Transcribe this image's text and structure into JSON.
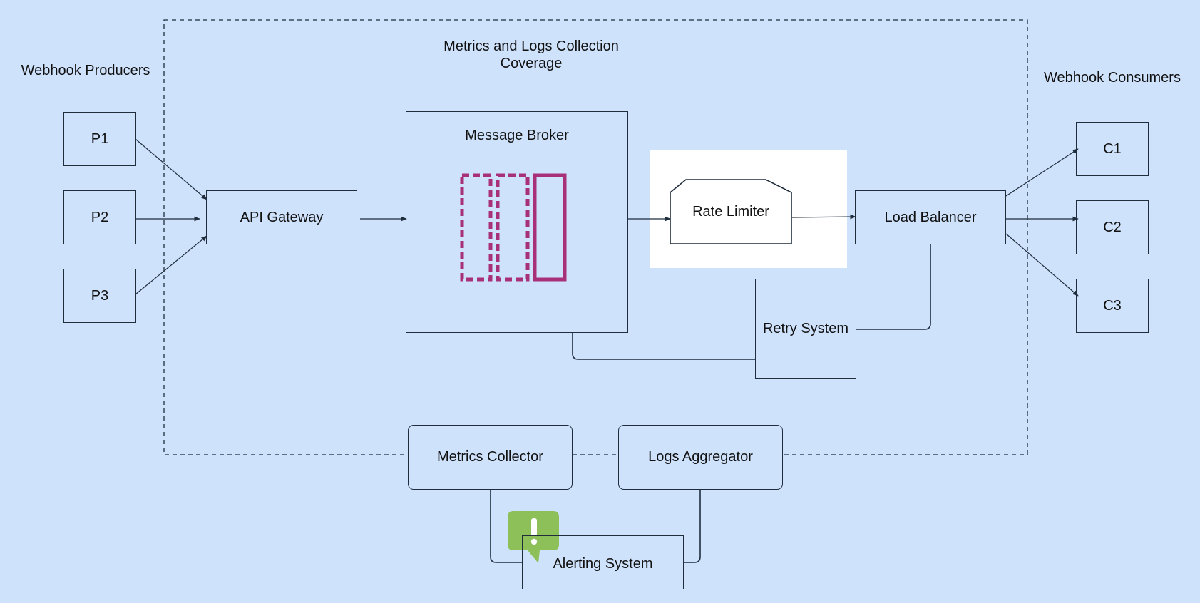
{
  "region_label": "Metrics and Logs Collection Coverage",
  "producers_label": "Webhook Producers",
  "consumers_label": "Webhook Consumers",
  "producers": [
    "P1",
    "P2",
    "P3"
  ],
  "consumers": [
    "C1",
    "C2",
    "C3"
  ],
  "nodes": {
    "api_gateway": "API Gateway",
    "message_broker": "Message Broker",
    "rate_limiter": "Rate Limiter",
    "load_balancer": "Load Balancer",
    "retry_system": "Retry System",
    "metrics_collector": "Metrics Collector",
    "logs_aggregator": "Logs Aggregator",
    "alerting_system": "Alerting System"
  },
  "colors": {
    "background": "#cfe2fc",
    "queue_accent": "#a8307a",
    "alert_icon": "#8ec05a",
    "rate_limiter_panel": "#ffffff"
  },
  "icons": {
    "queue": "queue-icon",
    "alert": "alert-speech-bubble-icon"
  }
}
